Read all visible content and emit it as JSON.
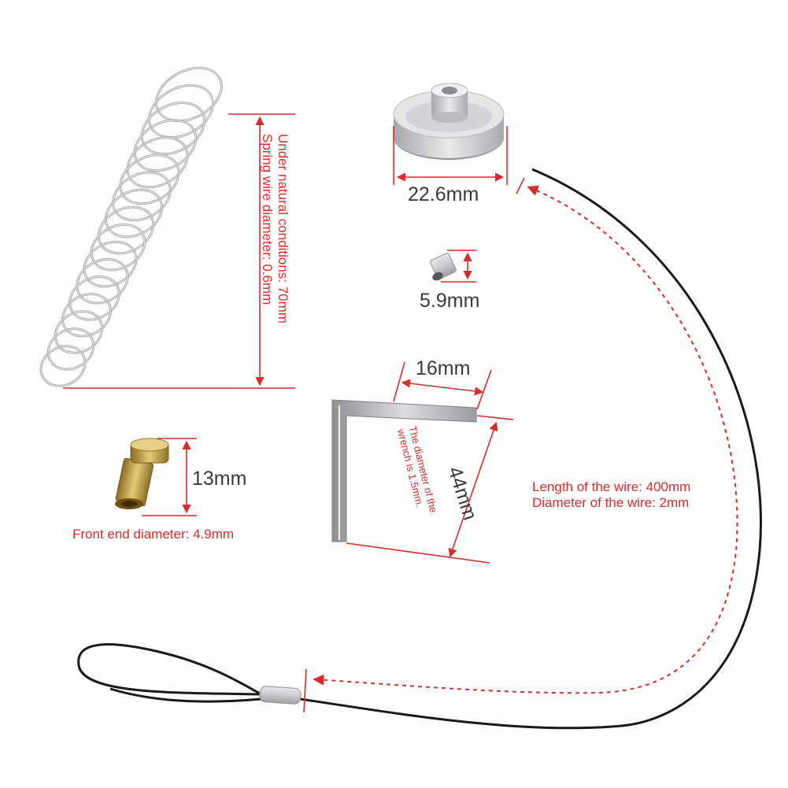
{
  "colors": {
    "annotation_red": "#d92b2b",
    "label_dark": "#3a3a3a",
    "steel": "#c8c9cc",
    "brass": "#c8a24a",
    "wire": "#1a1a1a"
  },
  "spring": {
    "icon": "compression-spring",
    "label_line1": "Under natural conditions: 70mm",
    "label_line2": "Spring wire diameter: 0.6mm"
  },
  "disc": {
    "icon": "bushing-disc",
    "width_label": "22.6mm"
  },
  "sleeve": {
    "icon": "small-sleeve",
    "height_label": "5.9mm"
  },
  "nozzle": {
    "icon": "brass-nozzle",
    "height_label": "13mm",
    "front_diameter_label": "Front end diameter: 4.9mm"
  },
  "wrench": {
    "icon": "hex-key-wrench",
    "short_arm_label": "16mm",
    "long_arm_label": "44mm",
    "diameter_line1": "The diameter of the",
    "diameter_line2": "wrench is 1.5mm."
  },
  "wire": {
    "icon": "wire-loop-cable",
    "length_label": "Length of the wire: 400mm",
    "diameter_label": "Diameter of the wire: 2mm"
  }
}
